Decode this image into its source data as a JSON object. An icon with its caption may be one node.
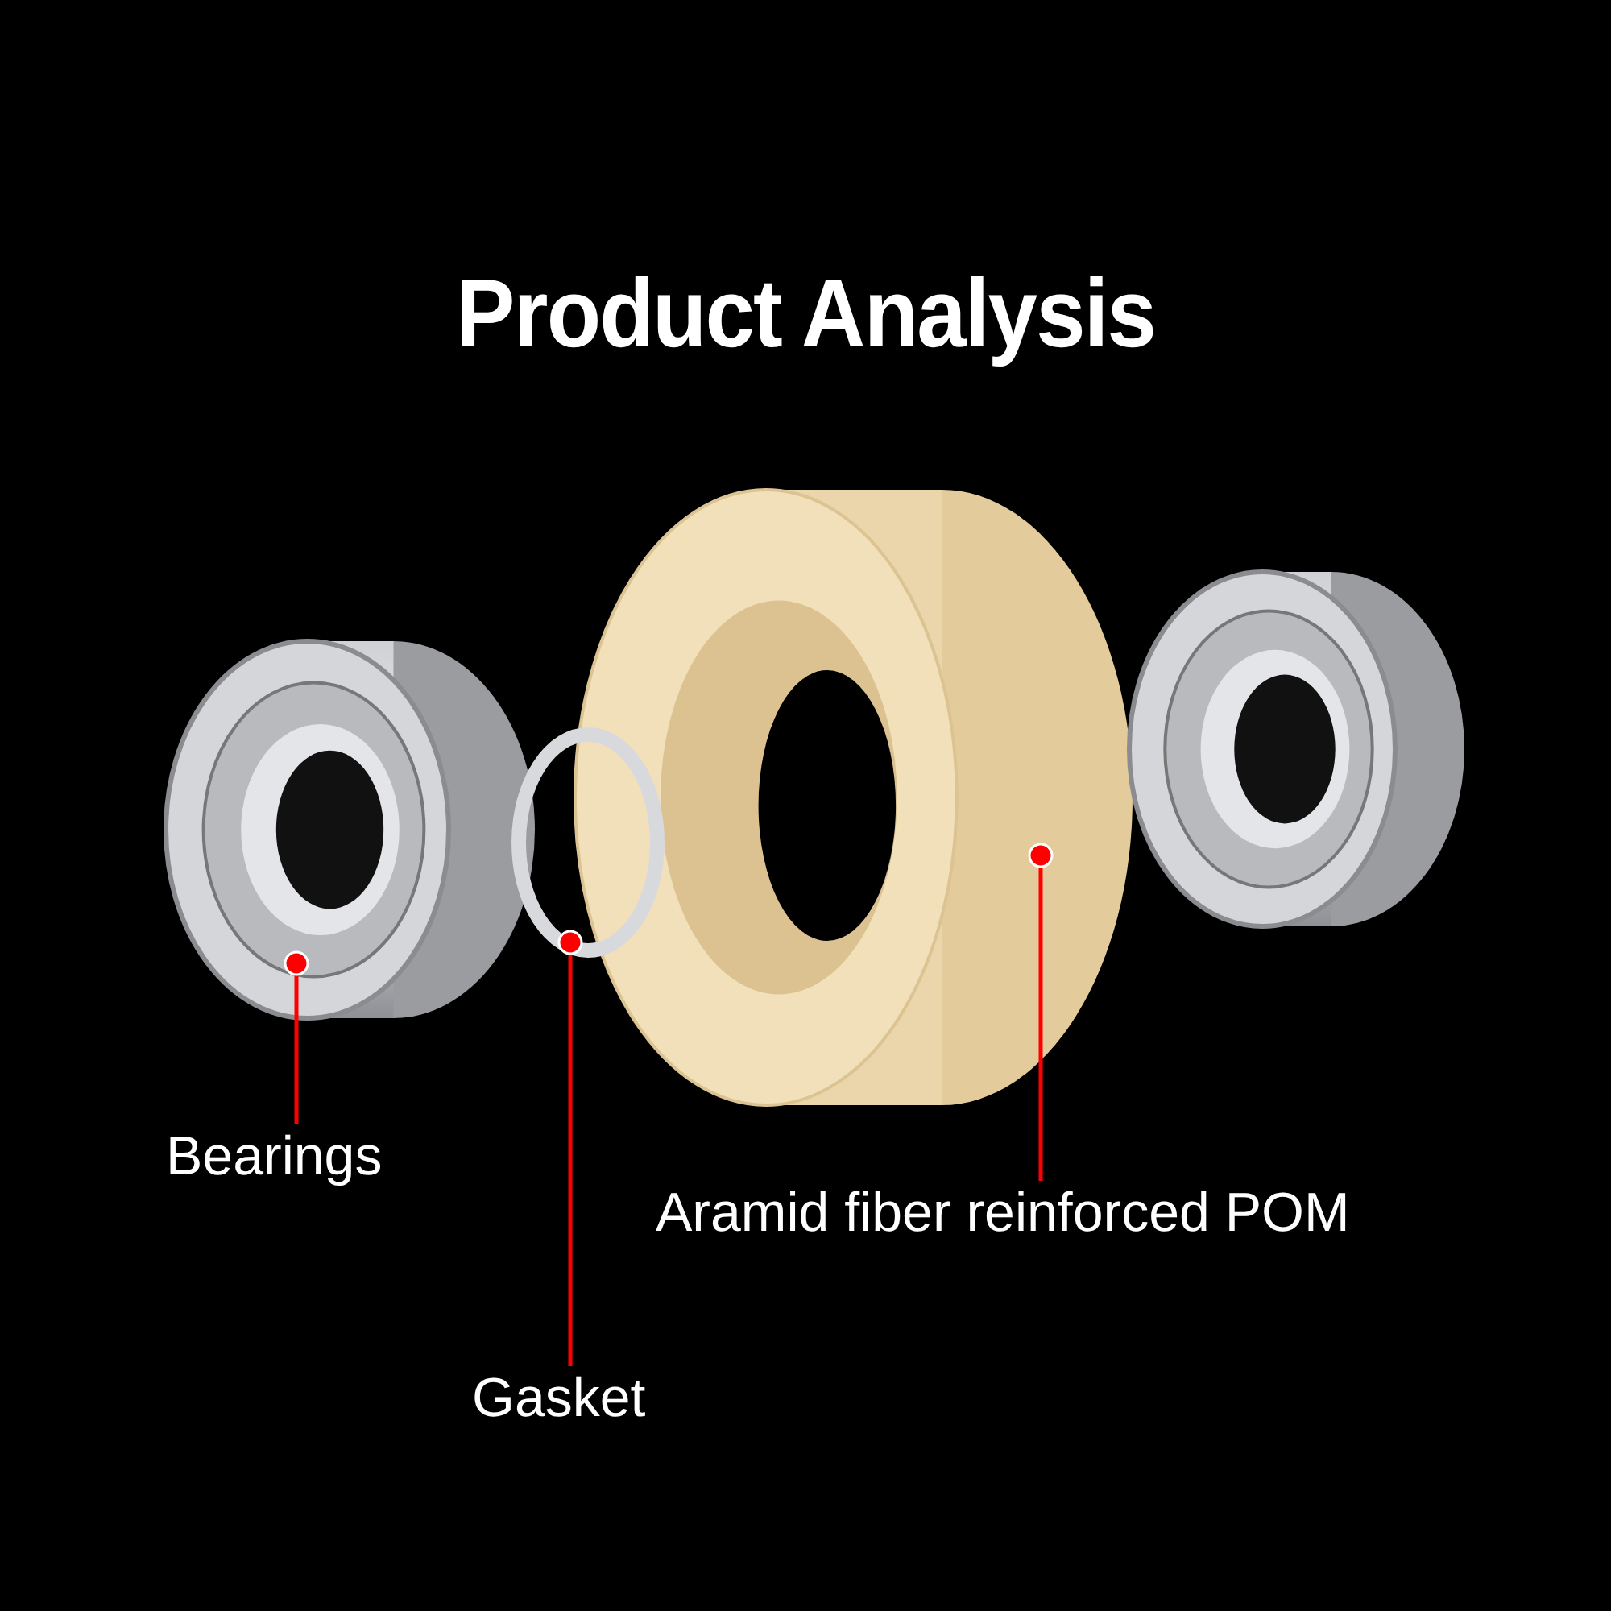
{
  "diagram": {
    "title": "Product Analysis",
    "nodes": [
      {
        "text": [],
        "shape": "picture"
      },
      {
        "text": [],
        "shape": "picture"
      },
      {
        "text": [],
        "shape": "picture"
      },
      {
        "text": [
          "Bearings"
        ]
      },
      {
        "text": [
          "Aramid fiber reinforced POM"
        ]
      },
      {
        "text": [
          "Gasket"
        ]
      }
    ],
    "edges": [
      {
        "from": 3,
        "to": 0,
        "arrow": "other",
        "color": "#ff0000"
      },
      {
        "from": 5,
        "to": 1,
        "arrow": "other",
        "color": "#ff0000"
      },
      {
        "from": 4,
        "to": 2,
        "arrow": "other",
        "color": "#ff0000"
      }
    ]
  }
}
